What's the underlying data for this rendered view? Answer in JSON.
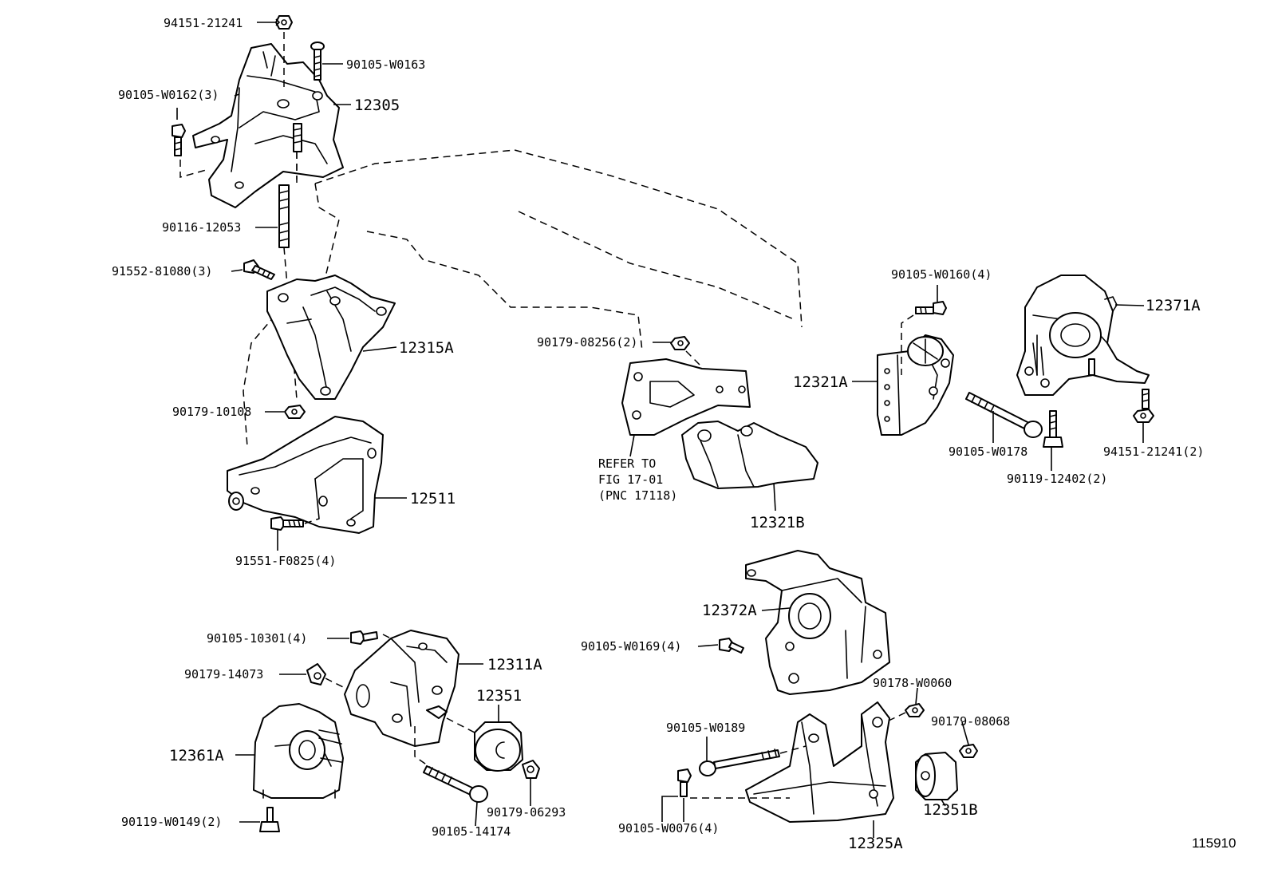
{
  "labels": {
    "p94151_21241_top": "94151-21241",
    "p90105_W0163": "90105-W0163",
    "p90105_W0162": "90105-W0162(3)",
    "p12305": "12305",
    "p90116_12053": "90116-12053",
    "p91552_81080": "91552-81080(3)",
    "p12315A": "12315A",
    "p90179_10108": "90179-10108",
    "p12511": "12511",
    "p91551_F0825": "91551-F0825(4)",
    "p90179_08256": "90179-08256(2)",
    "refer_line1": "REFER TO",
    "refer_line2": "FIG 17-01",
    "refer_line3": "(PNC 17118)",
    "p12321B": "12321B",
    "p90105_W0160": "90105-W0160(4)",
    "p12321A": "12321A",
    "p12371A": "12371A",
    "p90105_W0178": "90105-W0178",
    "p94151_21241_2": "94151-21241(2)",
    "p90119_12402": "90119-12402(2)",
    "p12372A": "12372A",
    "p90105_W0169": "90105-W0169(4)",
    "p90178_W0060": "90178-W0060",
    "p90179_08068": "90179-08068",
    "p90105_W0189": "90105-W0189",
    "p12351B": "12351B",
    "p90105_W0076": "90105-W0076(4)",
    "p12325A": "12325A",
    "p90105_10301": "90105-10301(4)",
    "p12311A": "12311A",
    "p90179_14073": "90179-14073",
    "p12351": "12351",
    "p12361A": "12361A",
    "p90179_06293": "90179-06293",
    "p90119_W0149": "90119-W0149(2)",
    "p90105_14174": "90105-14174",
    "catalog_number": "115910"
  }
}
